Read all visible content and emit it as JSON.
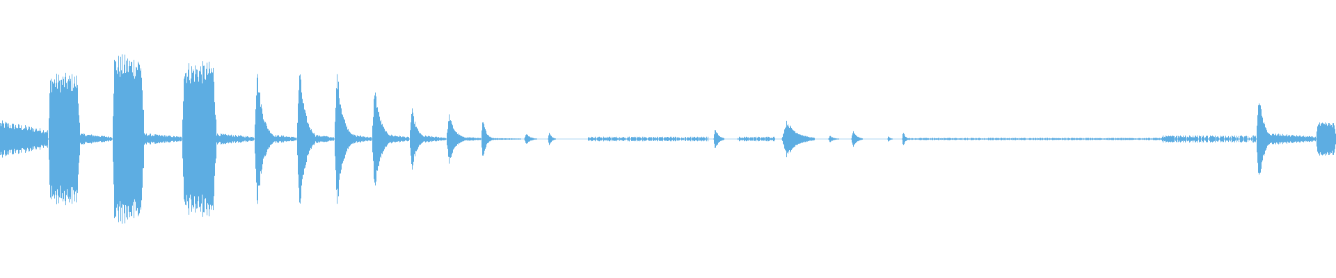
{
  "waveform": {
    "color": "#5dade2",
    "segments": [
      {
        "start": 0.0,
        "end": 0.036,
        "amp": 0.16,
        "shape": "fade"
      },
      {
        "start": 0.036,
        "end": 0.06,
        "amp": 0.56,
        "shape": "block"
      },
      {
        "start": 0.06,
        "end": 0.084,
        "amp": 0.05,
        "shape": "tail"
      },
      {
        "start": 0.084,
        "end": 0.108,
        "amp": 0.72,
        "shape": "block"
      },
      {
        "start": 0.108,
        "end": 0.136,
        "amp": 0.05,
        "shape": "tail"
      },
      {
        "start": 0.136,
        "end": 0.162,
        "amp": 0.66,
        "shape": "block"
      },
      {
        "start": 0.162,
        "end": 0.19,
        "amp": 0.05,
        "shape": "tail"
      },
      {
        "start": 0.19,
        "end": 0.204,
        "amp": 0.64,
        "shape": "burst"
      },
      {
        "start": 0.204,
        "end": 0.222,
        "amp": 0.04,
        "shape": "tail"
      },
      {
        "start": 0.222,
        "end": 0.236,
        "amp": 0.64,
        "shape": "burst"
      },
      {
        "start": 0.236,
        "end": 0.25,
        "amp": 0.04,
        "shape": "tail"
      },
      {
        "start": 0.25,
        "end": 0.264,
        "amp": 0.62,
        "shape": "burst"
      },
      {
        "start": 0.264,
        "end": 0.278,
        "amp": 0.04,
        "shape": "tail"
      },
      {
        "start": 0.278,
        "end": 0.292,
        "amp": 0.48,
        "shape": "burst"
      },
      {
        "start": 0.292,
        "end": 0.306,
        "amp": 0.04,
        "shape": "tail"
      },
      {
        "start": 0.306,
        "end": 0.318,
        "amp": 0.28,
        "shape": "burst"
      },
      {
        "start": 0.318,
        "end": 0.334,
        "amp": 0.03,
        "shape": "tail"
      },
      {
        "start": 0.334,
        "end": 0.348,
        "amp": 0.22,
        "shape": "burst"
      },
      {
        "start": 0.348,
        "end": 0.36,
        "amp": 0.02,
        "shape": "tail"
      },
      {
        "start": 0.36,
        "end": 0.368,
        "amp": 0.18,
        "shape": "burst"
      },
      {
        "start": 0.368,
        "end": 0.39,
        "amp": 0.01,
        "shape": "tail"
      },
      {
        "start": 0.392,
        "end": 0.402,
        "amp": 0.05,
        "shape": "burst"
      },
      {
        "start": 0.41,
        "end": 0.416,
        "amp": 0.06,
        "shape": "burst"
      },
      {
        "start": 0.44,
        "end": 0.53,
        "amp": 0.02,
        "shape": "flat"
      },
      {
        "start": 0.534,
        "end": 0.542,
        "amp": 0.1,
        "shape": "burst"
      },
      {
        "start": 0.552,
        "end": 0.58,
        "amp": 0.02,
        "shape": "flat"
      },
      {
        "start": 0.585,
        "end": 0.61,
        "amp": 0.16,
        "shape": "burst"
      },
      {
        "start": 0.62,
        "end": 0.628,
        "amp": 0.03,
        "shape": "burst"
      },
      {
        "start": 0.637,
        "end": 0.646,
        "amp": 0.08,
        "shape": "burst"
      },
      {
        "start": 0.664,
        "end": 0.668,
        "amp": 0.03,
        "shape": "burst"
      },
      {
        "start": 0.675,
        "end": 0.68,
        "amp": 0.07,
        "shape": "burst"
      },
      {
        "start": 0.68,
        "end": 0.87,
        "amp": 0.01,
        "shape": "flat"
      },
      {
        "start": 0.87,
        "end": 0.94,
        "amp": 0.03,
        "shape": "flat"
      },
      {
        "start": 0.94,
        "end": 0.952,
        "amp": 0.42,
        "shape": "burst"
      },
      {
        "start": 0.952,
        "end": 0.985,
        "amp": 0.05,
        "shape": "tail"
      },
      {
        "start": 0.985,
        "end": 1.0,
        "amp": 0.14,
        "shape": "block"
      }
    ]
  }
}
